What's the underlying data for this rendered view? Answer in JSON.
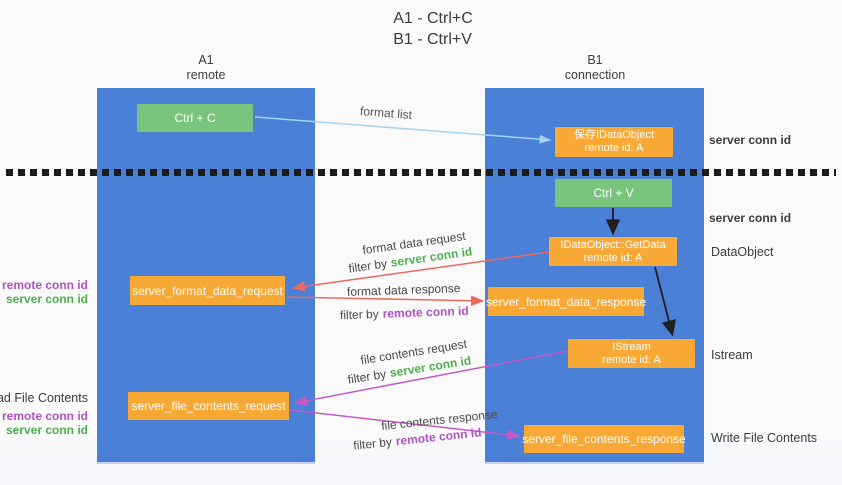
{
  "title": {
    "line1": "A1 - Ctrl+C",
    "line2": "B1 - Ctrl+V"
  },
  "columns": {
    "left": {
      "name": "A1",
      "role": "remote"
    },
    "right": {
      "name": "B1",
      "role": "connection"
    }
  },
  "nodes": {
    "ctrl_c": {
      "label": "Ctrl + C"
    },
    "save_idataobject": {
      "line1": "保存IDataObject",
      "line2": "remote id: A"
    },
    "ctrl_v": {
      "label": "Ctrl + V"
    },
    "getdata": {
      "line1": "IDataObject::GetData",
      "line2": "remote id: A"
    },
    "format_request": {
      "label": "server_format_data_request"
    },
    "format_response": {
      "label": "server_format_data_response"
    },
    "istream": {
      "line1": "IStream",
      "line2": "remote id: A"
    },
    "file_request": {
      "label": "server_file_contents_request"
    },
    "file_response": {
      "label": "server_file_contents_response"
    }
  },
  "flow_labels": {
    "format_list": "format list",
    "format_data_request": "format data request",
    "format_data_response": "format data response",
    "file_contents_request": "file contents request",
    "file_contents_response": "file contents response",
    "filter_by": "filter by",
    "server_conn_id": "server conn id",
    "remote_conn_id": "remote conn id"
  },
  "side_labels": {
    "server_conn_id_top": "server conn id",
    "server_conn_id_mid": "server conn id",
    "dataobject": "DataObject",
    "istream": "Istream",
    "write_file_contents": "Write File Contents",
    "read_file_contents": "Read File Contents",
    "remote_conn_id_1": "remote conn id",
    "server_conn_id_1": "server conn id",
    "remote_conn_id_2": "remote conn id",
    "server_conn_id_2": "server conn id"
  },
  "colors": {
    "column_blue": "#4a80d6",
    "box_green": "#7ac47d",
    "box_orange": "#f8a835",
    "id_green": "#4fae50",
    "id_purple": "#b152c4",
    "arrow_red": "#e96a5e",
    "arrow_magenta": "#c45ac8",
    "arrow_lightblue": "#a9d3f2",
    "arrow_black": "#1f1f1f",
    "dotted_line": "#1c1c1c"
  }
}
